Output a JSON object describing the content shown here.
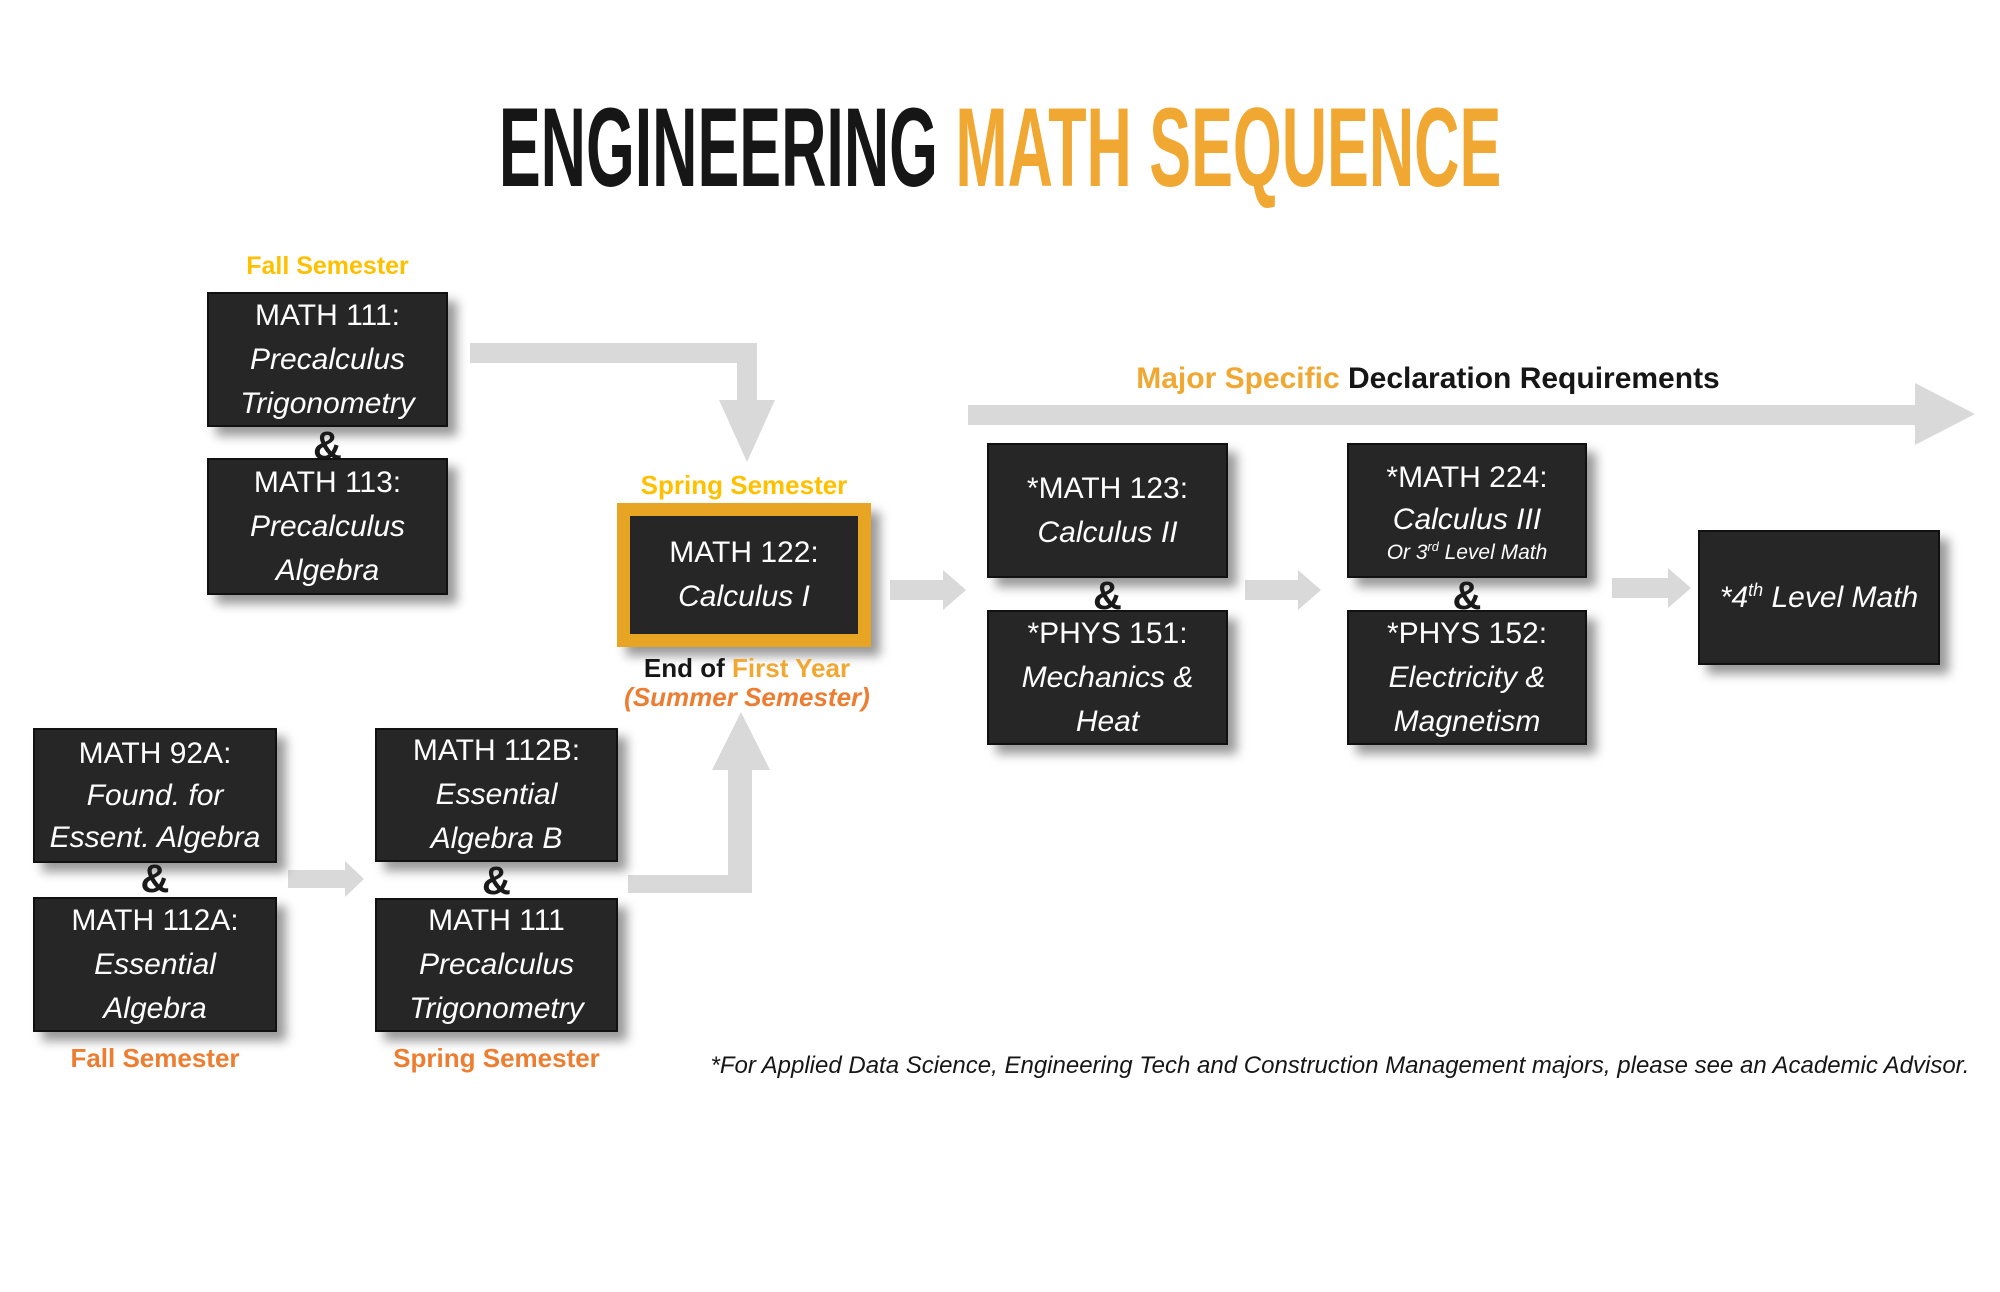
{
  "title": {
    "part1": "ENGINEERING ",
    "part2": "MATH SEQUENCE"
  },
  "colors": {
    "gold_accent": "#F0A832",
    "bright_yellow": "#FFC000",
    "orange": "#ED7D31",
    "box_background": "#262626",
    "box_text": "#FDFDFD",
    "arrow_gray": "#D9D9D9",
    "math122_border_gold": "#E8A423"
  },
  "top_path": {
    "semester_label": "Fall Semester",
    "box1": {
      "code": "MATH 111:",
      "line1": "Precalculus",
      "line2": "Trigonometry"
    },
    "amp": "&",
    "box2": {
      "code": "MATH 113:",
      "line1": "Precalculus",
      "line2": "Algebra"
    }
  },
  "center": {
    "semester_label": "Spring Semester",
    "box": {
      "code": "MATH 122:",
      "line1": "Calculus I"
    },
    "end_of": "End of ",
    "first_year": "First Year",
    "summer_label": "(Summer Semester)"
  },
  "major_track": {
    "heading_accent": "Major Specific ",
    "heading_rest": "Declaration Requirements",
    "col1": {
      "top": {
        "code": "*MATH 123:",
        "line1": "Calculus II"
      },
      "amp": "&",
      "bottom": {
        "code": "*PHYS 151:",
        "line1": "Mechanics &",
        "line2": "Heat"
      }
    },
    "col2": {
      "top": {
        "code": "*MATH 224:",
        "line1": "Calculus III",
        "note_pre": "Or 3",
        "note_sup": "rd",
        "note_post": " Level Math"
      },
      "amp": "&",
      "bottom": {
        "code": "*PHYS 152:",
        "line1": "Electricity &",
        "line2": "Magnetism"
      }
    },
    "final_box": {
      "pre": "*4",
      "sup": "th",
      "post": " Level Math"
    }
  },
  "bottom_path": {
    "col1": {
      "box1": {
        "code": "MATH 92A:",
        "line1": "Found. for",
        "line2": "Essent. Algebra"
      },
      "amp": "&",
      "box2": {
        "code": "MATH 112A:",
        "line1": "Essential",
        "line2": "Algebra"
      },
      "semester_label": "Fall Semester"
    },
    "col2": {
      "box1": {
        "code": "MATH 112B:",
        "line1": "Essential",
        "line2": "Algebra B"
      },
      "amp": "&",
      "box2": {
        "code": "MATH 111",
        "line1": "Precalculus",
        "line2": "Trigonometry"
      },
      "semester_label": "Spring Semester"
    }
  },
  "footnote": "*For Applied Data Science, Engineering Tech and Construction Management majors, please see an Academic Advisor."
}
